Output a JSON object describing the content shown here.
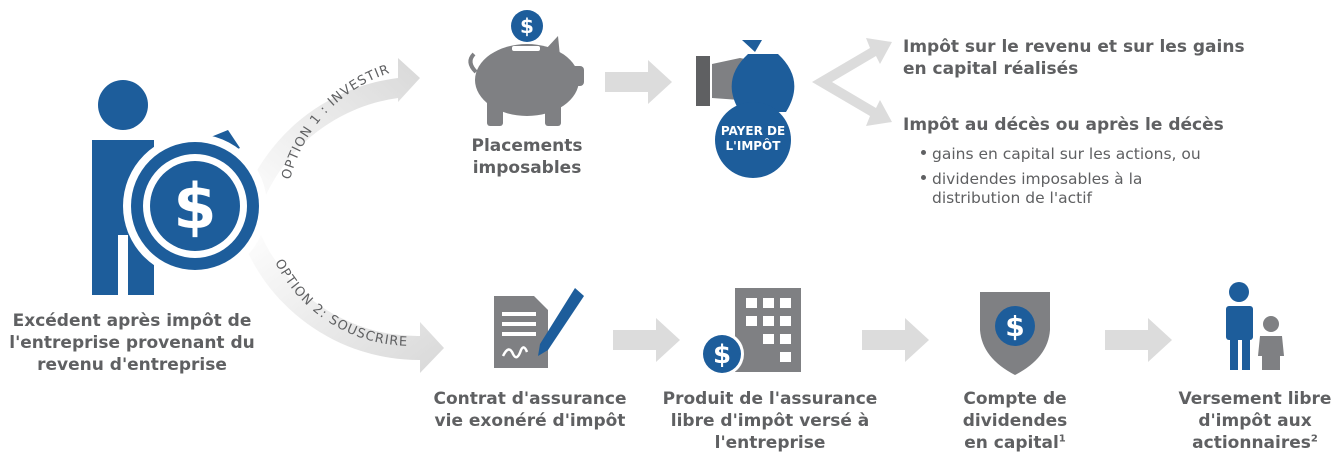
{
  "colors": {
    "blue": "#1d5d9b",
    "gray": "#8a8b8d",
    "light_gray": "#dcdcdc",
    "text": "#5f6062"
  },
  "start": {
    "label_lines": [
      "Excédent après impôt de",
      "l'entreprise provenant du",
      "revenu d'entreprise"
    ],
    "icon": "person-with-dollar-coin-icon"
  },
  "options": {
    "option1": "OPTION 1 : INVESTIR",
    "option2": "OPTION 2: SOUSCRIRE"
  },
  "top": {
    "piggy": {
      "label_lines": [
        "Placements",
        "imposables"
      ],
      "icon": "piggy-bank-icon"
    },
    "pay_tax": {
      "badge_lines": [
        "PAYER DE",
        "L'IMPÔT"
      ],
      "icon": "hand-money-bag-icon"
    },
    "tax1_lines": [
      "Impôt sur le revenu et sur les gains",
      "en capital réalisés"
    ],
    "tax2": "Impôt au décès ou après le décès",
    "bullets": [
      [
        "gains en capital sur les actions, ou"
      ],
      [
        "dividendes imposables à la",
        "distribution de l'actif"
      ]
    ]
  },
  "bottom": {
    "contract": {
      "label_lines": [
        "Contrat d'assurance",
        "vie exonéré d'impôt"
      ],
      "icon": "signed-contract-icon"
    },
    "proceeds": {
      "label_lines": [
        "Produit de l'assurance",
        "libre d'impôt versé à",
        "l'entreprise"
      ],
      "icon": "office-building-icon"
    },
    "cda": {
      "label_lines": [
        "Compte de",
        "dividendes",
        "en capital"
      ],
      "sup": "1",
      "icon": "dollar-shield-icon"
    },
    "payout": {
      "label_lines": [
        "Versement libre",
        "d'impôt aux",
        "actionnaires"
      ],
      "sup": "2",
      "icon": "shareholders-icon"
    }
  }
}
